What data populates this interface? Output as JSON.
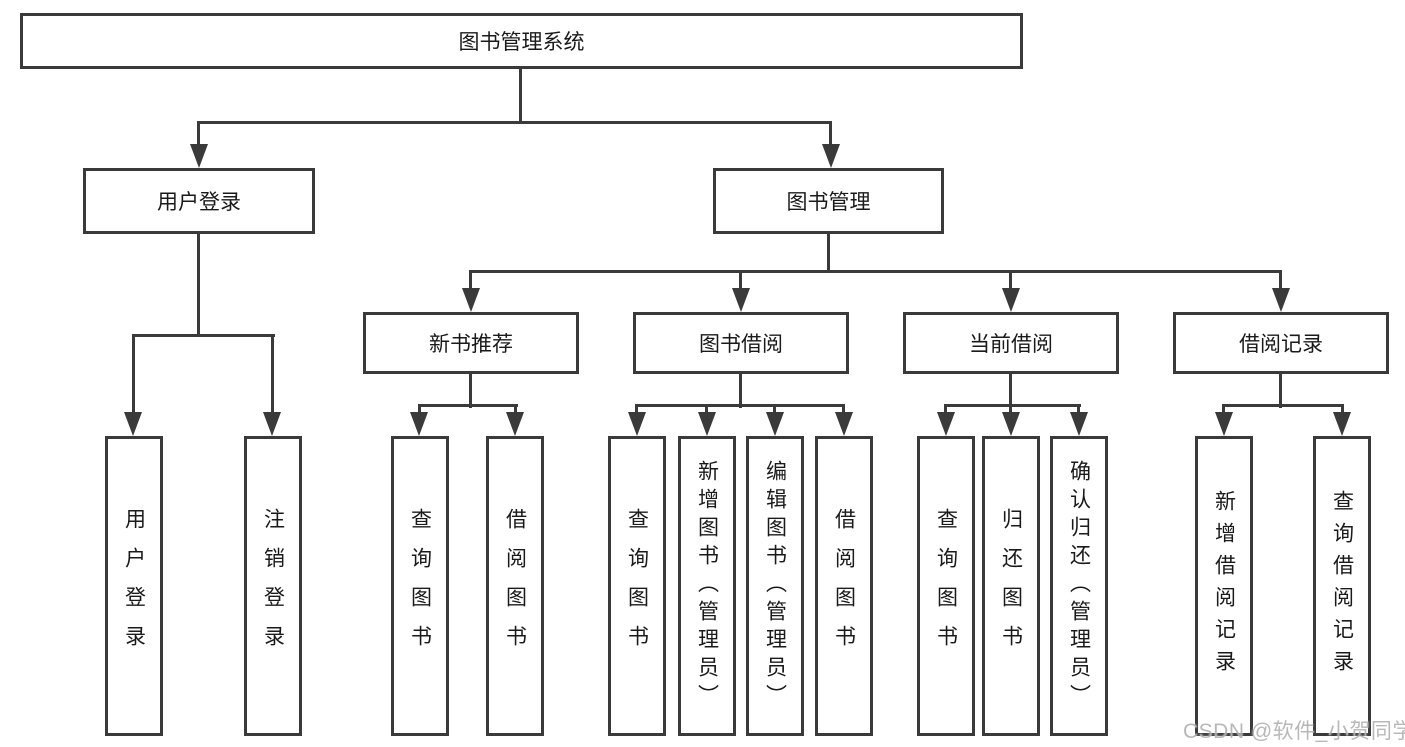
{
  "diagram_title": "图书管理系统",
  "tree": {
    "label": "图书管理系统",
    "children": [
      {
        "label": "用户登录",
        "children": [
          {
            "label": "用户登录"
          },
          {
            "label": "注销登录"
          }
        ]
      },
      {
        "label": "图书管理",
        "children": [
          {
            "label": "新书推荐",
            "children": [
              {
                "label": "查询图书"
              },
              {
                "label": "借阅图书"
              }
            ]
          },
          {
            "label": "图书借阅",
            "children": [
              {
                "label": "查询图书"
              },
              {
                "label": "新增图书（管理员）"
              },
              {
                "label": "编辑图书（管理员）"
              },
              {
                "label": "借阅图书"
              }
            ]
          },
          {
            "label": "当前借阅",
            "children": [
              {
                "label": "查询图书"
              },
              {
                "label": "归还图书"
              },
              {
                "label": "确认归还（管理员）"
              }
            ]
          },
          {
            "label": "借阅记录",
            "children": [
              {
                "label": "新增借阅记录"
              },
              {
                "label": "查询借阅记录"
              }
            ]
          }
        ]
      }
    ]
  },
  "watermark": {
    "text": "CSDN @软件_小贺同学"
  },
  "colors": {
    "line": "#3a3a3a",
    "text": "#1a1a1a",
    "watermark": "#b3b3b3",
    "background": "#ffffff"
  }
}
